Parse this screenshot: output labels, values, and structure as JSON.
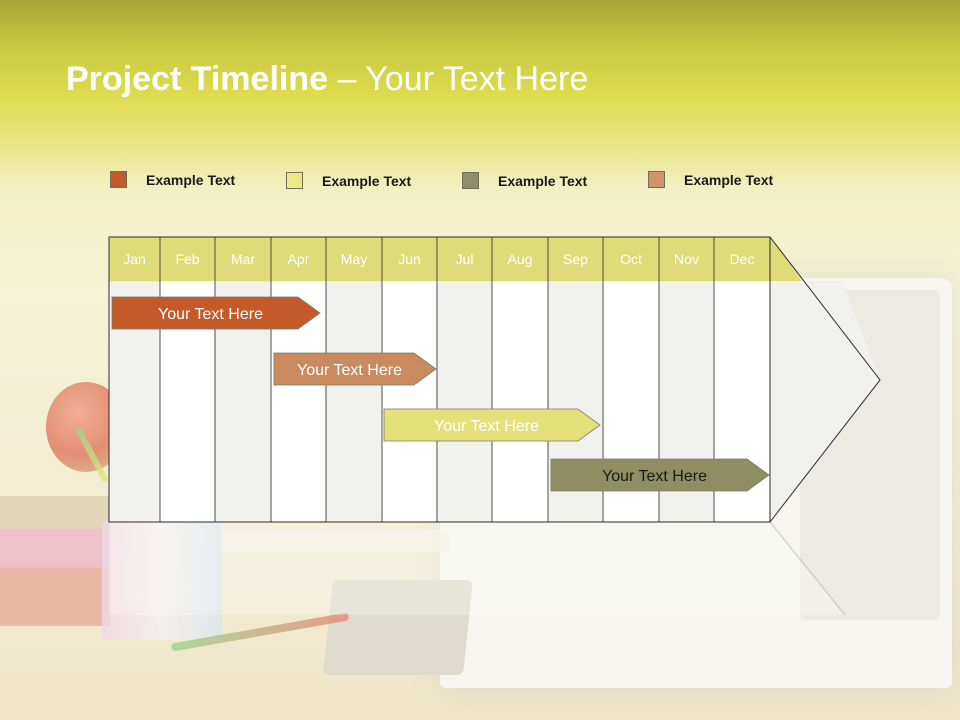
{
  "title": {
    "bold": "Project Timeline",
    "rest": " – Your Text Here"
  },
  "legend": [
    {
      "label": "Example Text",
      "color": "#c45a2a"
    },
    {
      "label": "Example Text",
      "color": "#ece886"
    },
    {
      "label": "Example Text",
      "color": "#8e8e68"
    },
    {
      "label": "Example Text",
      "color": "#d09468"
    }
  ],
  "months": [
    "Jan",
    "Feb",
    "Mar",
    "Apr",
    "May",
    "Jun",
    "Jul",
    "Aug",
    "Sep",
    "Oct",
    "Nov",
    "Dec"
  ],
  "bars": [
    {
      "label": "Your  Text Here",
      "fill": "#c45a2a",
      "text_color": "#ffffff",
      "start_month": "Jan",
      "end_month": "Apr"
    },
    {
      "label": "Your  Text Here",
      "fill": "#c98a5e",
      "text_color": "#ffffff",
      "start_month": "Apr",
      "end_month": "Jun"
    },
    {
      "label": "Your  Text Here",
      "fill": "#e4e07a",
      "text_color": "#ffffff",
      "start_month": "Jun",
      "end_month": "Sep"
    },
    {
      "label": "Your  Text Here",
      "fill": "#8e8e62",
      "text_color": "#1a1a1a",
      "start_month": "Sep",
      "end_month": "Dec"
    }
  ],
  "colors": {
    "header": "#dedb78",
    "col_light": "#f1f1ee",
    "col_white": "#ffffff",
    "border": "#2a2a2a"
  }
}
